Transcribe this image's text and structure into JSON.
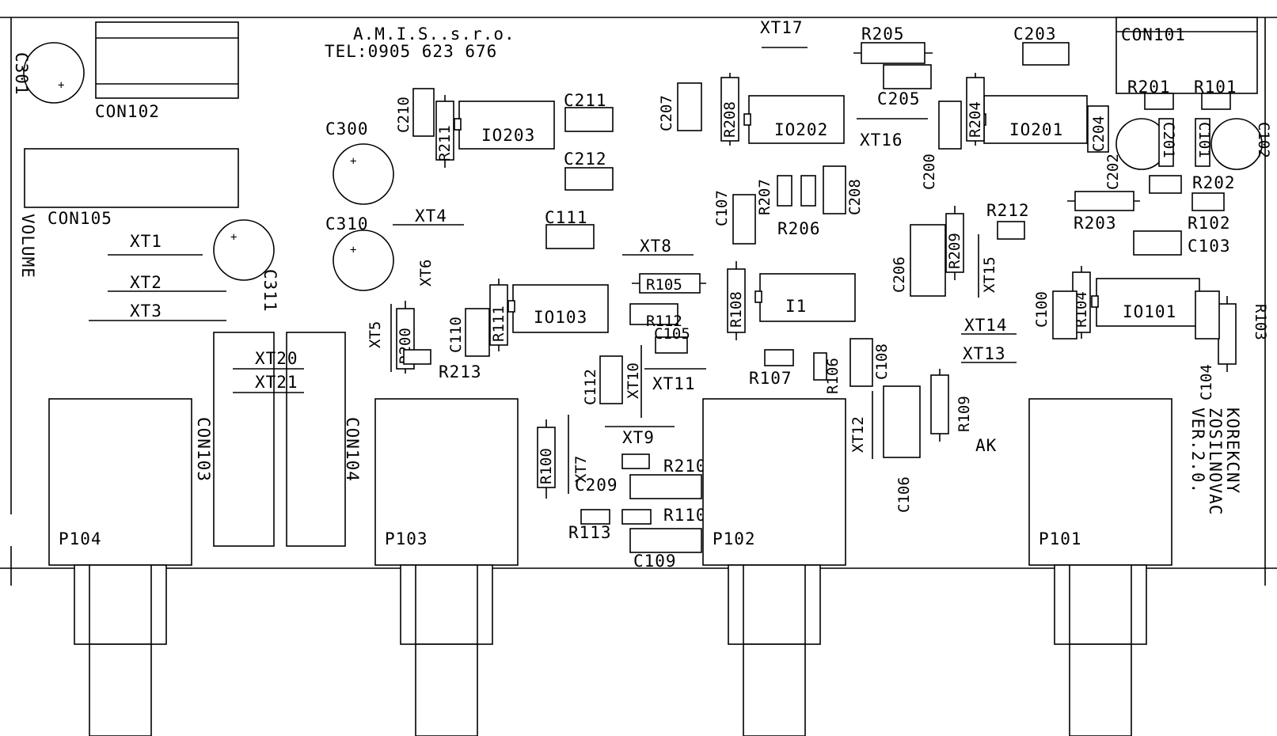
{
  "board": {
    "company": "A.M.I.S..s.r.o.",
    "phone": "TEL:0905 623 676",
    "volume": "VOLUME",
    "version_lines": [
      "KOREKCNY",
      "ZOSILNOVAC",
      "VER.2.0."
    ],
    "ak": "AK"
  },
  "labels": {
    "con101": "CON101",
    "con102": "CON102",
    "con103": "CON103",
    "con104": "CON104",
    "con105": "CON105",
    "c301": "C301",
    "c300": "C300",
    "c310": "C310",
    "c311": "C311",
    "c210": "C210",
    "c211": "C211",
    "c212": "C212",
    "c111": "C111",
    "c207": "C207",
    "c205": "C205",
    "c203": "C203",
    "c200": "C200",
    "c204": "C204",
    "c202": "C202",
    "c201": "C201",
    "c101": "C101",
    "c102": "C102",
    "c103": "C103",
    "c208": "C208",
    "c107": "C107",
    "c206": "C206",
    "c100": "C100",
    "c104": "C104",
    "c110": "C110",
    "c105": "C105",
    "c112": "C112",
    "c108": "C108",
    "c106": "C106",
    "c209": "C209",
    "c109": "C109",
    "io203": "IO203",
    "io202": "IO202",
    "io201": "IO201",
    "io103": "IO103",
    "i1": "I1",
    "io101": "IO101",
    "r211": "R211",
    "r208": "R208",
    "r204": "R204",
    "r111": "R111",
    "r200": "R200",
    "r108": "R108",
    "r209": "R209",
    "r104": "R104",
    "r103": "R103",
    "r109": "R109",
    "r100": "R100",
    "r205": "R205",
    "r105": "R105",
    "r203": "R203",
    "r201": "R201",
    "r101": "R101",
    "r202": "R202",
    "r102": "R102",
    "r212": "R212",
    "r207": "R207",
    "r206": "R206",
    "r112": "R112",
    "r213": "R213",
    "r107": "R107",
    "r106": "R106",
    "r210": "R210",
    "r110": "R110",
    "r113": "R113",
    "xt1": "XT1",
    "xt2": "XT2",
    "xt3": "XT3",
    "xt4": "XT4",
    "xt5": "XT5",
    "xt6": "XT6",
    "xt7": "XT7",
    "xt8": "XT8",
    "xt9": "XT9",
    "xt10": "XT10",
    "xt11": "XT11",
    "xt12": "XT12",
    "xt13": "XT13",
    "xt14": "XT14",
    "xt15": "XT15",
    "xt16": "XT16",
    "xt17": "XT17",
    "xt20": "XT20",
    "xt21": "XT21",
    "p101": "P101",
    "p102": "P102",
    "p103": "P103",
    "p104": "P104"
  }
}
